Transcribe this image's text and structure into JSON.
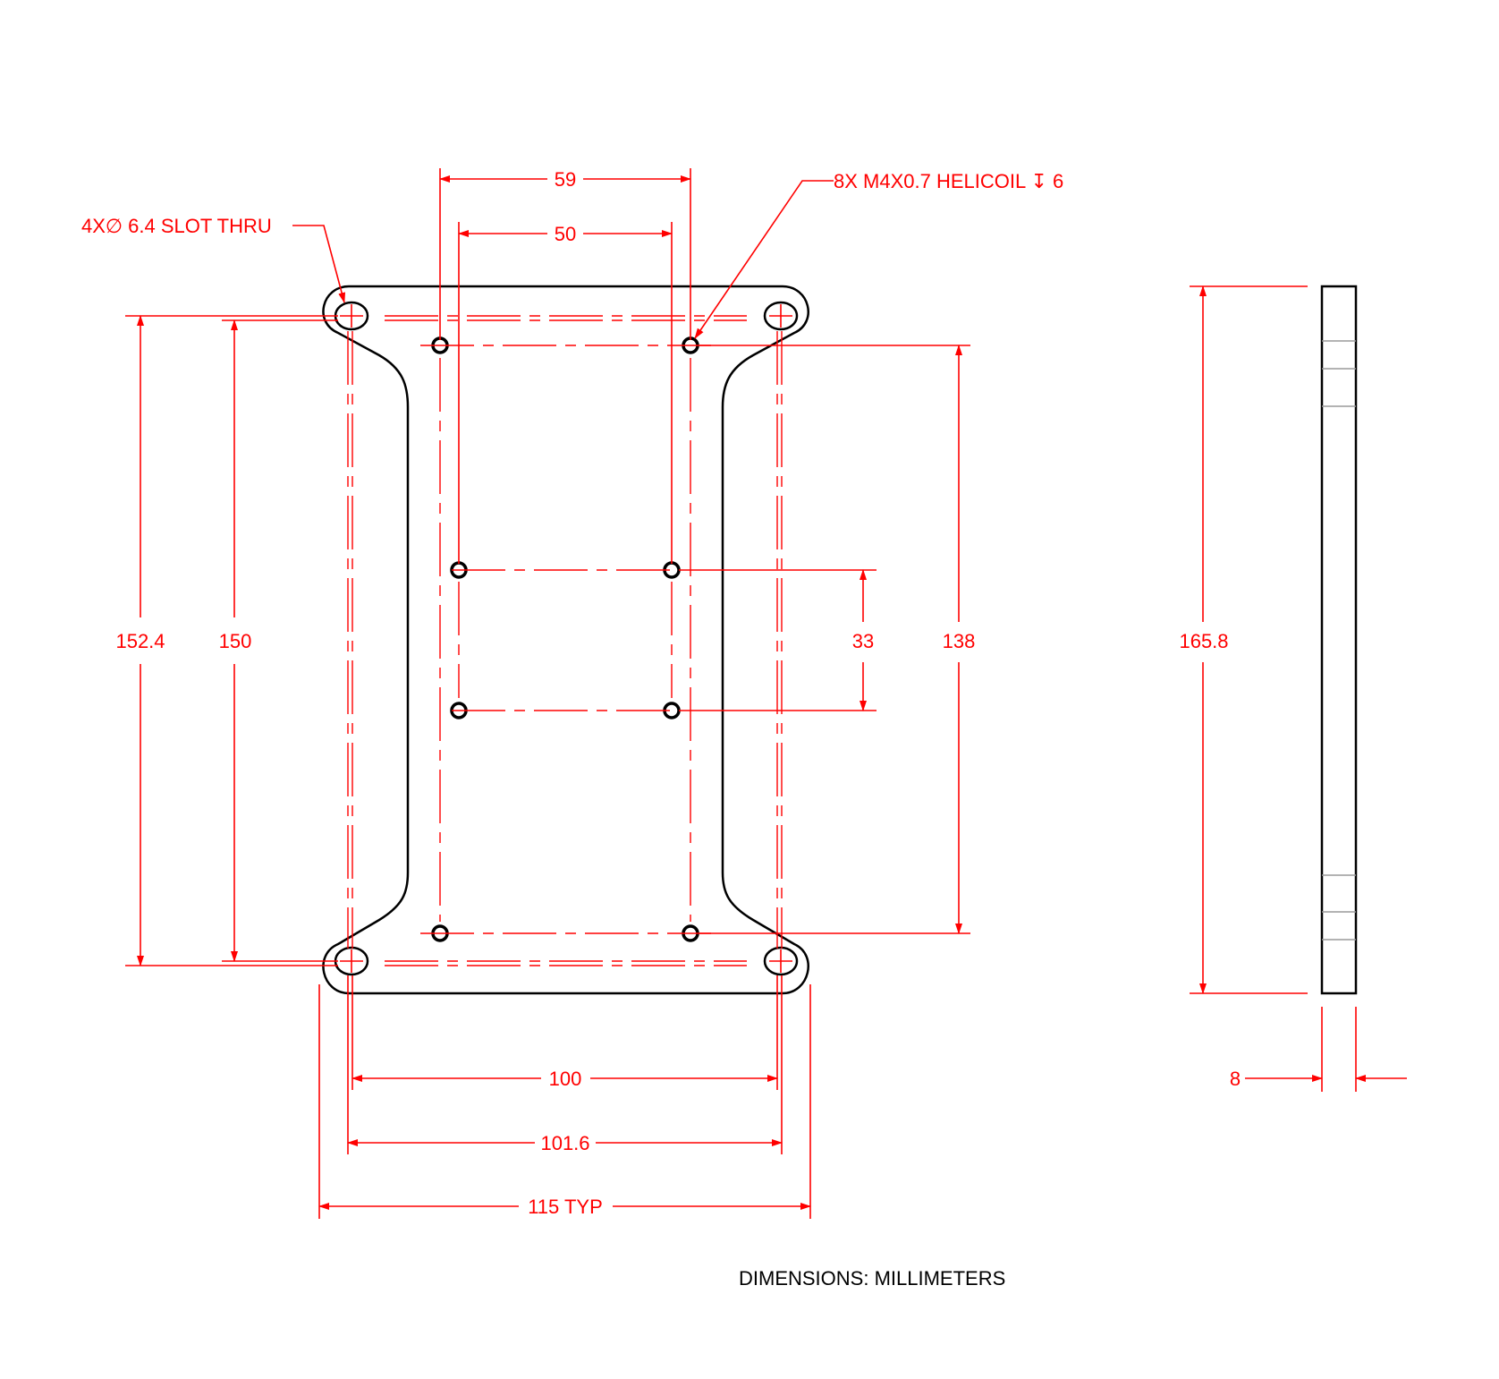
{
  "colors": {
    "annotation": "#ff0000",
    "outline": "#000000",
    "bend_line": "#9a9a9a"
  },
  "notes": {
    "slot": "4X∅ 6.4 SLOT THRU",
    "helicoil": "8X M4X0.7 HELICOIL ↧ 6",
    "units": "DIMENSIONS:  MILLIMETERS"
  },
  "dimensions": {
    "top_59": "59",
    "top_50": "50",
    "left_152_4": "152.4",
    "left_150": "150",
    "mid_33": "33",
    "right_138": "138",
    "bottom_100": "100",
    "bottom_101_6": "101.6",
    "bottom_115": "115 TYP",
    "side_165_8": "165.8",
    "side_8": "8"
  }
}
